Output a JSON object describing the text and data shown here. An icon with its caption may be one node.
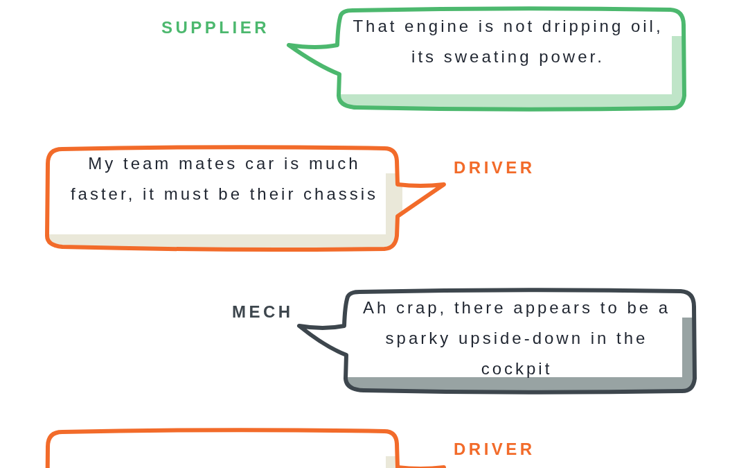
{
  "diagram": {
    "nodes": [
      {
        "text": [
          "That engine is not dripping oil, its sweating power."
        ],
        "beside": [
          "SUPPLIER"
        ]
      },
      {
        "text": [
          "My team mates car is much faster, it must be their chassis"
        ],
        "beside": [
          "DRIVER"
        ]
      },
      {
        "text": [
          "Ah crap, there appears to be a sparky upside-down in the cockpit"
        ],
        "beside": [
          "MECH"
        ]
      },
      {
        "text": [],
        "shape": "box",
        "beside": [
          "DRIVER"
        ]
      }
    ]
  }
}
